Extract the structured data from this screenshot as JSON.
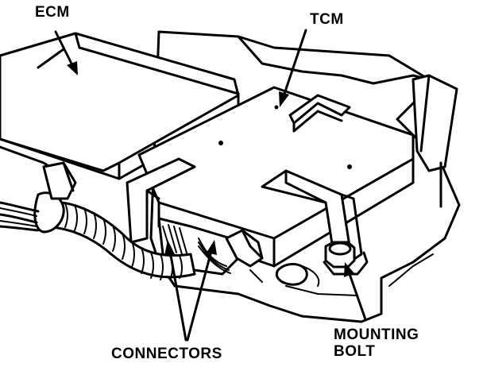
{
  "labels": {
    "ecm": "ECM",
    "tcm": "TCM",
    "connectors": "CONNECTORS",
    "mounting_bolt_line1": "MOUNTING",
    "mounting_bolt_line2": "BOLT"
  },
  "colors": {
    "ink": "#000000",
    "paper": "#ffffff"
  }
}
